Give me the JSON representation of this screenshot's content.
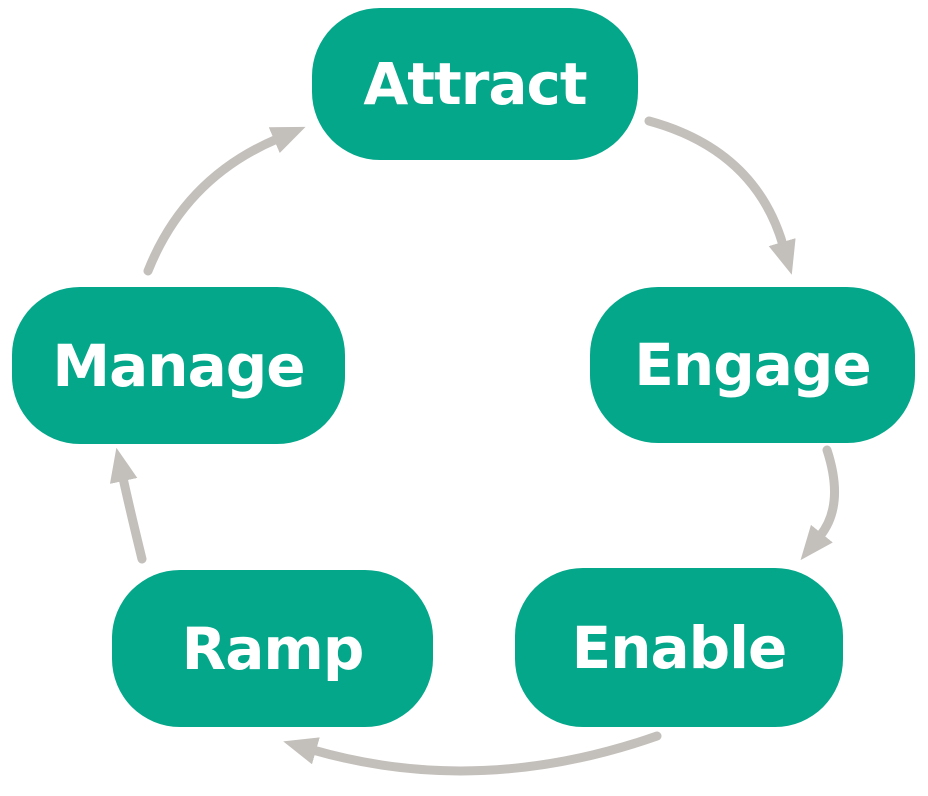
{
  "colors": {
    "node_fill": "#04a78a",
    "node_text": "#ffffff",
    "arrow": "#c3bfbb",
    "background": "#ffffff"
  },
  "diagram": {
    "type": "cycle",
    "direction": "clockwise",
    "nodes": [
      {
        "id": "attract",
        "label": "Attract",
        "position": "top"
      },
      {
        "id": "engage",
        "label": "Engage",
        "position": "right"
      },
      {
        "id": "enable",
        "label": "Enable",
        "position": "bottom-right"
      },
      {
        "id": "ramp",
        "label": "Ramp",
        "position": "bottom-left"
      },
      {
        "id": "manage",
        "label": "Manage",
        "position": "left"
      }
    ],
    "arrows": [
      {
        "from": "Attract",
        "to": "Engage"
      },
      {
        "from": "Engage",
        "to": "Enable"
      },
      {
        "from": "Enable",
        "to": "Ramp"
      },
      {
        "from": "Ramp",
        "to": "Manage"
      },
      {
        "from": "Manage",
        "to": "Attract"
      }
    ]
  }
}
